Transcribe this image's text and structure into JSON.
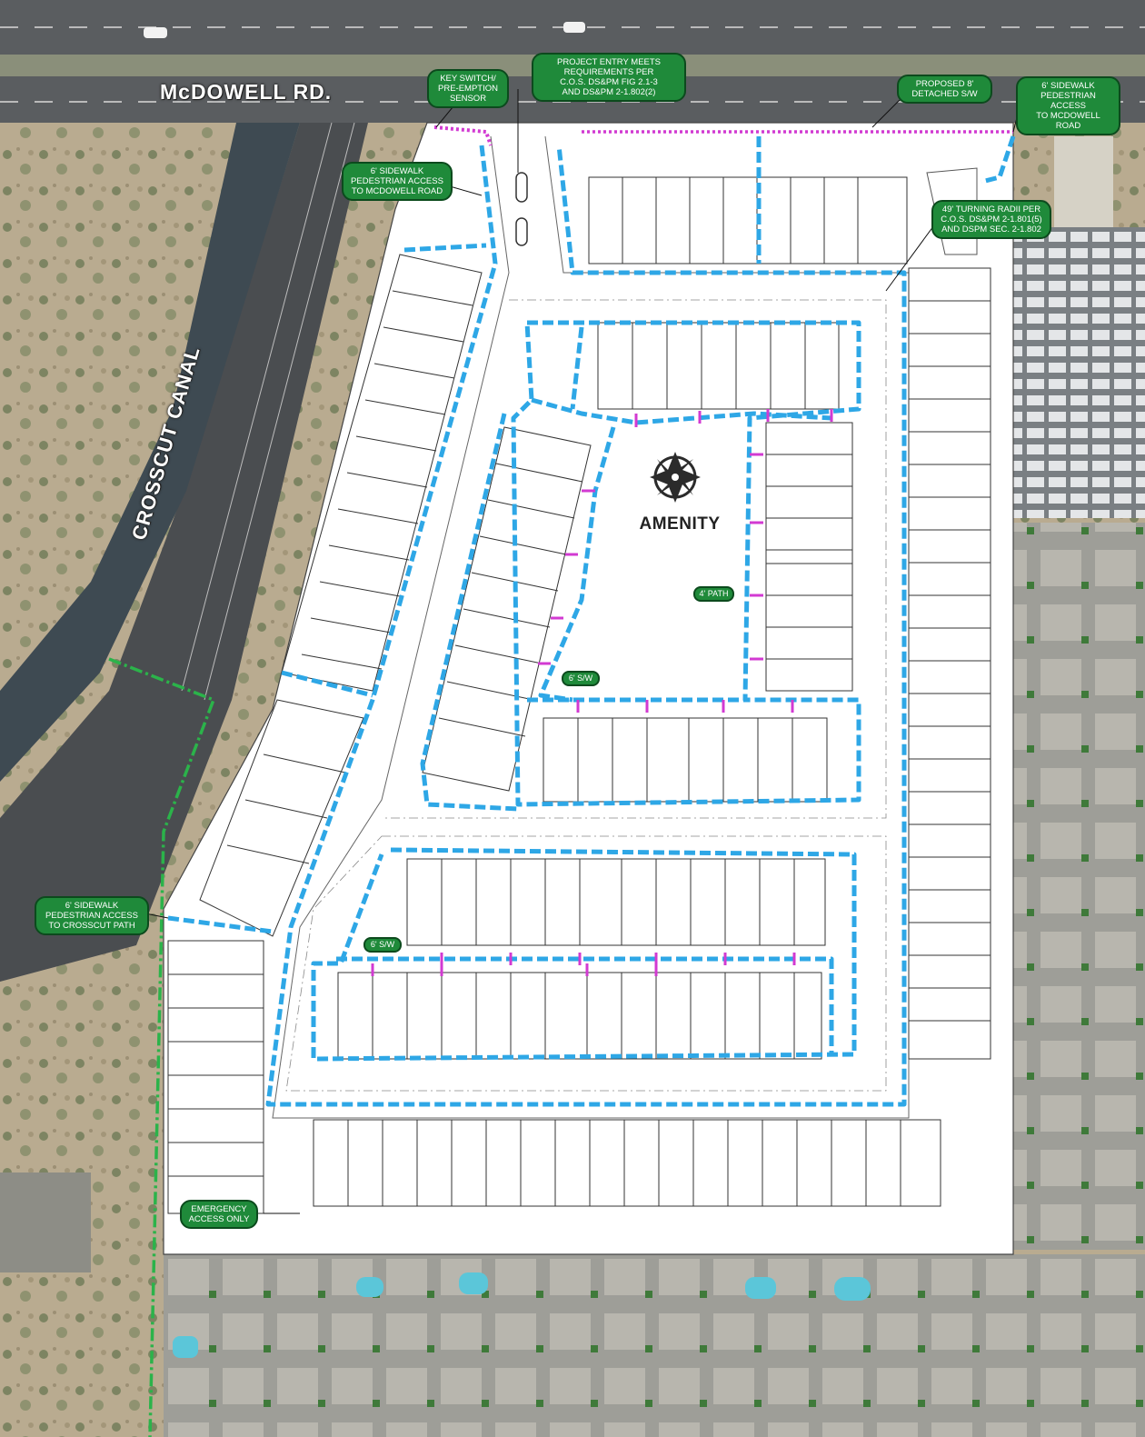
{
  "labels": {
    "road": "McDOWELL RD.",
    "canal": "CROSSCUT CANAL",
    "amenity": "AMENITY"
  },
  "callouts": {
    "key_switch": "KEY SWITCH/\nPRE-EMPTION\nSENSOR",
    "project_entry": "PROJECT ENTRY MEETS\nREQUIREMENTS PER\nC.O.S. DS&PM FIG 2.1-3\nAND DS&PM 2-1.802(2)",
    "proposed_sw": "PROPOSED 8'\nDETACHED S/W",
    "sidewalk_mcdowell_right": "6' SIDEWALK\nPEDESTRIAN ACCESS\nTO McDOWELL ROAD",
    "sidewalk_mcdowell_left": "6' SIDEWALK\nPEDESTRIAN ACCESS\nTO MCDOWELL ROAD",
    "turning_radii": "49' TURNING RADII PER\nC.O.S. DS&PM 2-1.801(5)\nAND DSPM SEC. 2-1.802",
    "path_4": "4' PATH",
    "sw_6_upper": "6' S/W",
    "sw_6_lower": "6' S/W",
    "sidewalk_crosscut": "6' SIDEWALK\nPEDESTRIAN ACCESS\nTO CROSSCUT PATH",
    "emergency": "EMERGENCY\nACCESS ONLY"
  },
  "colors": {
    "sidewalk_blue": "#2ea7e6",
    "detached_sw_magenta": "#d23ad2",
    "crosscut_path_green": "#2bb34a",
    "callout_green": "#1f8a3a",
    "lot_line": "#333333",
    "road_asphalt": "#5a5d60",
    "desert": "#b9a98c",
    "vegetation": "#6f7d55"
  },
  "icons": {
    "amenity": "umbrella-amenity-icon"
  }
}
